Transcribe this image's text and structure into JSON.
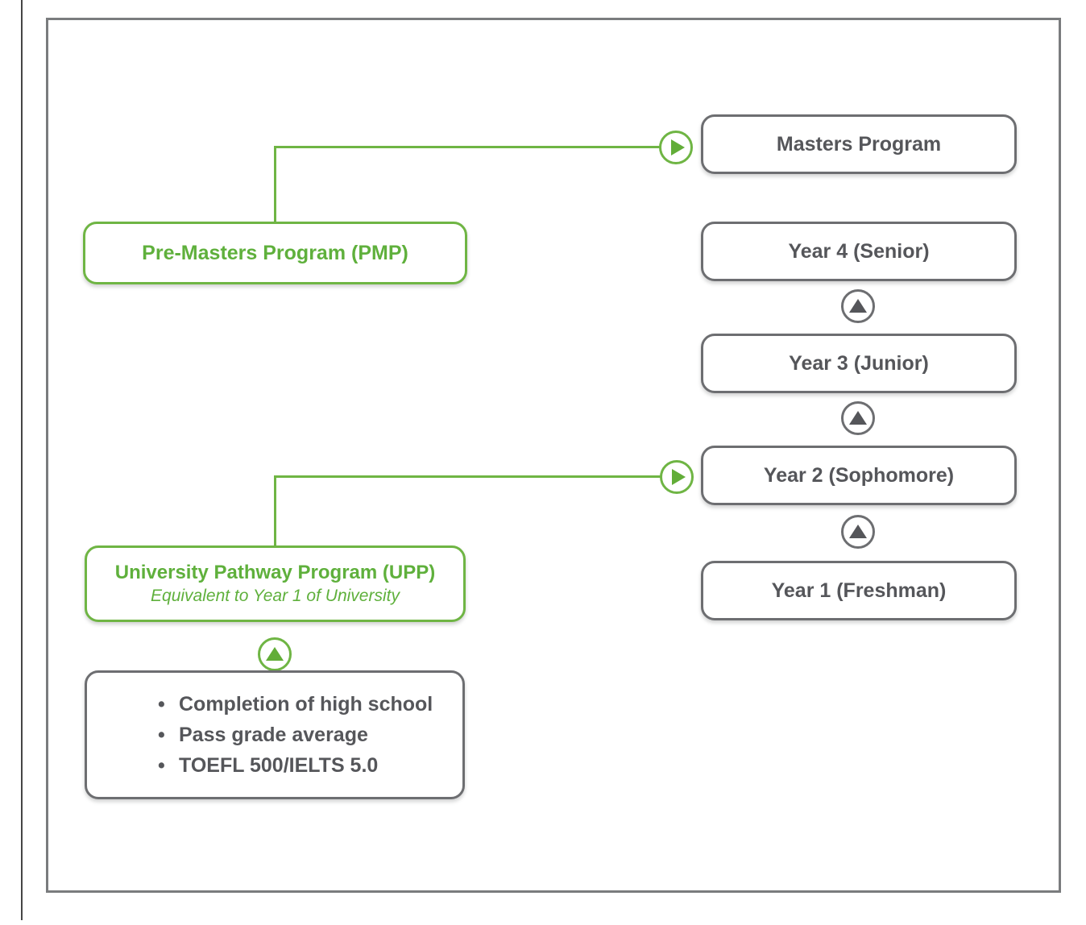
{
  "colors": {
    "green": "#6fb544",
    "green_text": "#5fb03c",
    "green_dark": "#62ad38",
    "gray_border": "#6d6e71",
    "text_gray": "#55565a",
    "frame_border": "#7a7c7e",
    "edge_line": "#454545"
  },
  "icons": {
    "right_arrow": "green circle with right-pointing triangle (pathway entry)",
    "up_arrow_gray": "gray circle with up-pointing triangle (year progression)",
    "up_arrow_green": "green circle with up-pointing triangle (entry requirement met)"
  },
  "left_column": {
    "pmp_box": {
      "label": "Pre-Masters Program (PMP)"
    },
    "upp_box": {
      "title": "University Pathway Program (UPP)",
      "subtitle": "Equivalent to Year 1 of University"
    },
    "requirements_box": {
      "items": [
        "Completion of high school",
        "Pass grade average",
        "TOEFL 500/IELTS 5.0"
      ]
    }
  },
  "right_column": {
    "levels": [
      "Masters Program",
      "Year 4 (Senior)",
      "Year 3 (Junior)",
      "Year 2 (Sophomore)",
      "Year 1 (Freshman)"
    ]
  }
}
